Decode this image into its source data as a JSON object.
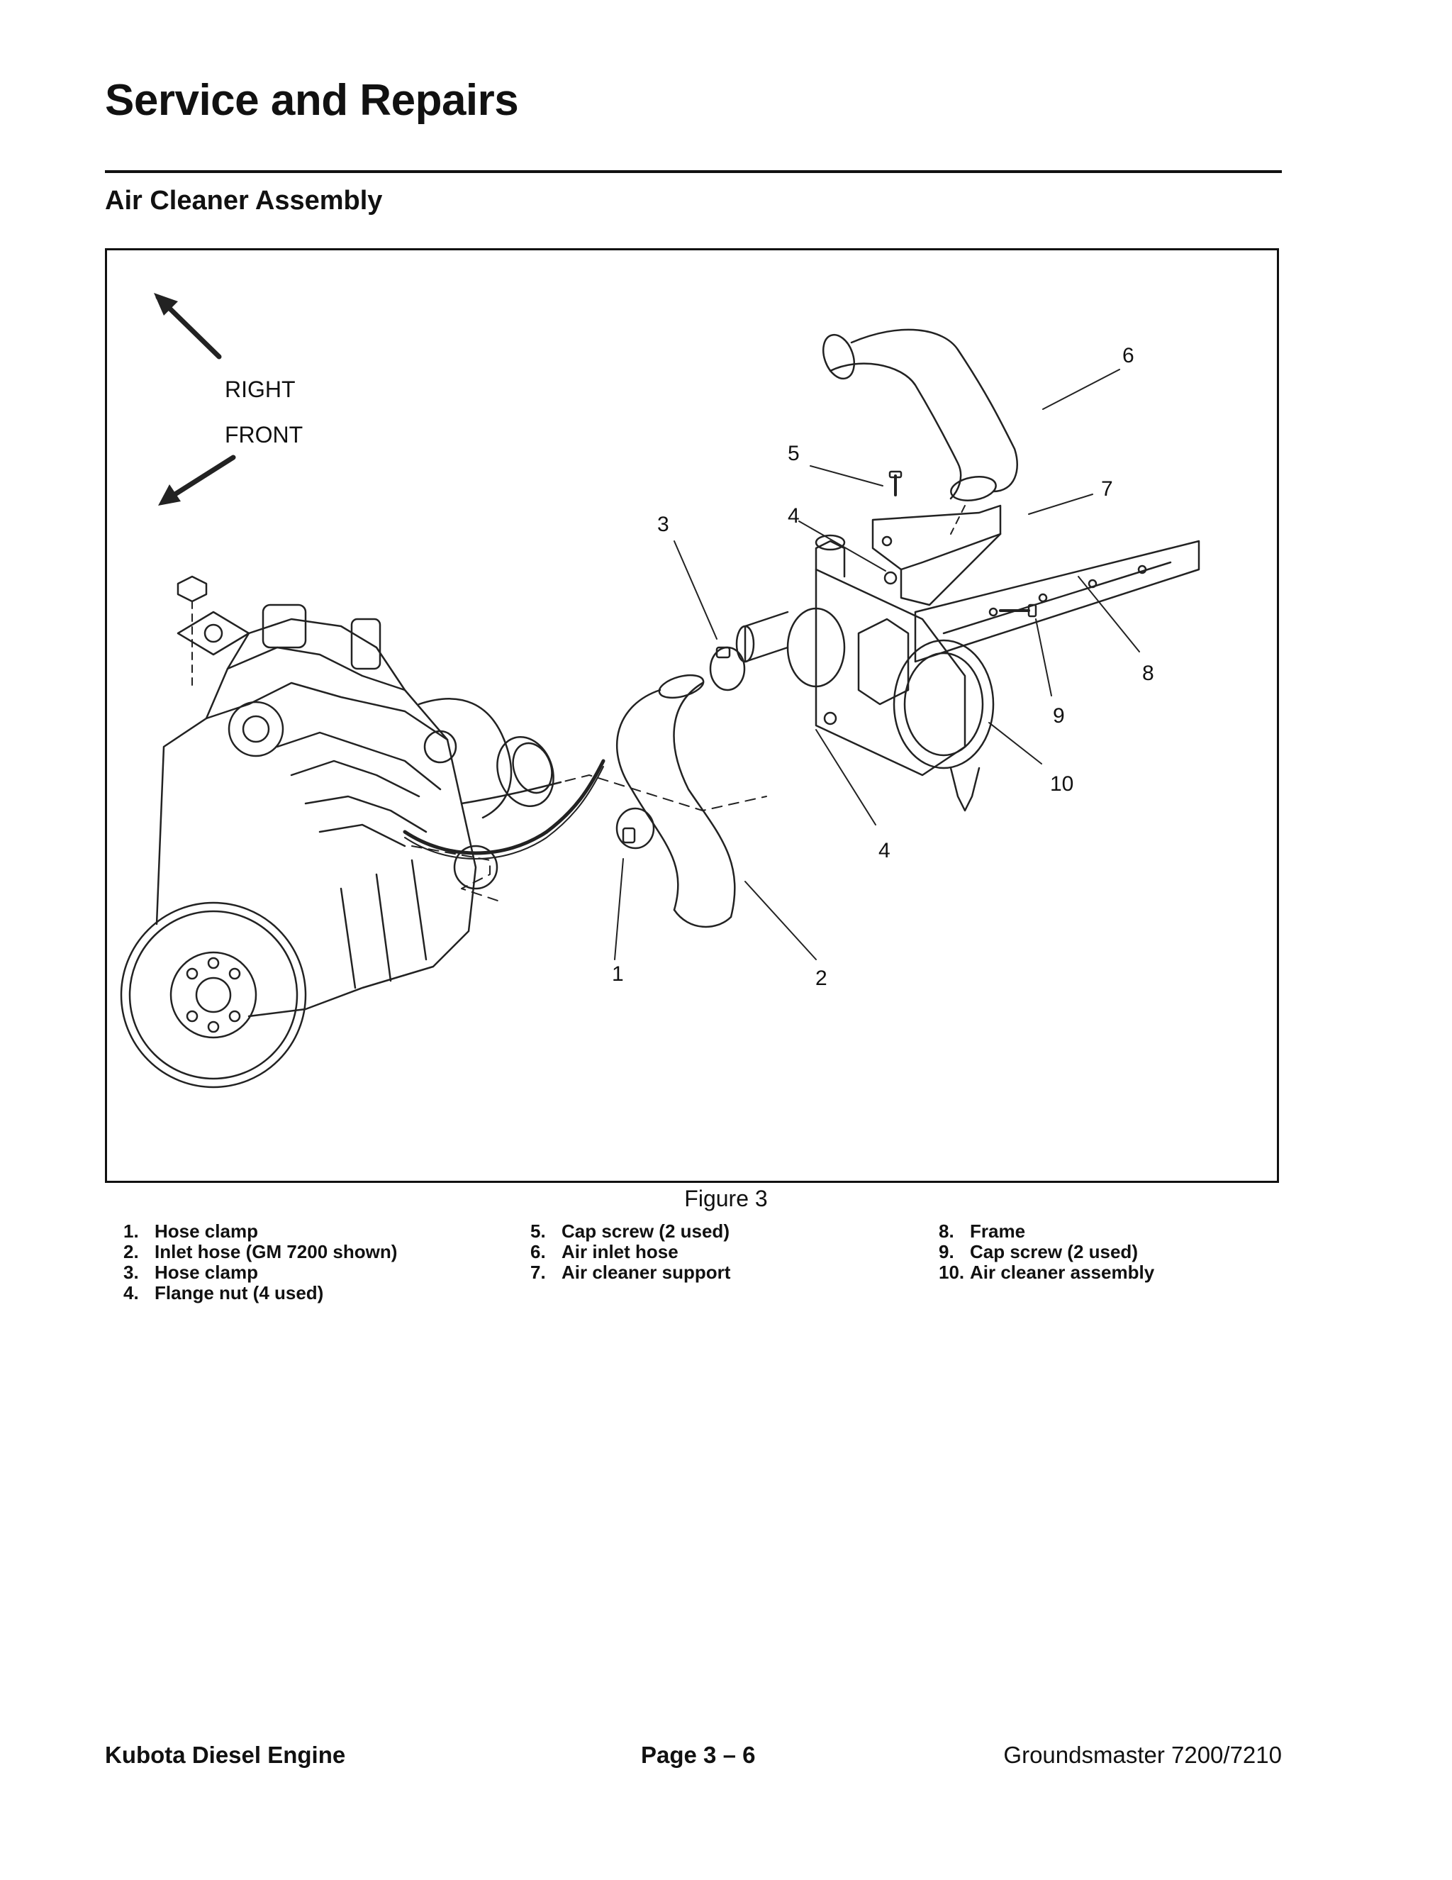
{
  "page": {
    "title": "Service and Repairs",
    "section": "Air Cleaner Assembly"
  },
  "figure": {
    "orientation": {
      "right": "RIGHT",
      "front": "FRONT"
    },
    "callouts": [
      "1",
      "2",
      "3",
      "4",
      "4",
      "5",
      "6",
      "7",
      "8",
      "9",
      "10"
    ],
    "caption": "Figure 3"
  },
  "legend": [
    {
      "num": "1.",
      "text": "Hose clamp"
    },
    {
      "num": "2.",
      "text": "Inlet hose (GM 7200 shown)"
    },
    {
      "num": "3.",
      "text": "Hose clamp"
    },
    {
      "num": "4.",
      "text": "Flange nut (4 used)"
    },
    {
      "num": "5.",
      "text": "Cap screw (2 used)"
    },
    {
      "num": "6.",
      "text": "Air inlet hose"
    },
    {
      "num": "7.",
      "text": "Air cleaner support"
    },
    {
      "num": "8.",
      "text": "Frame"
    },
    {
      "num": "9.",
      "text": "Cap screw (2 used)"
    },
    {
      "num": "10.",
      "text": "Air cleaner assembly"
    }
  ],
  "footer": {
    "left": "Kubota Diesel Engine",
    "center": "Page 3 – 6",
    "right": "Groundsmaster 7200/7210"
  }
}
